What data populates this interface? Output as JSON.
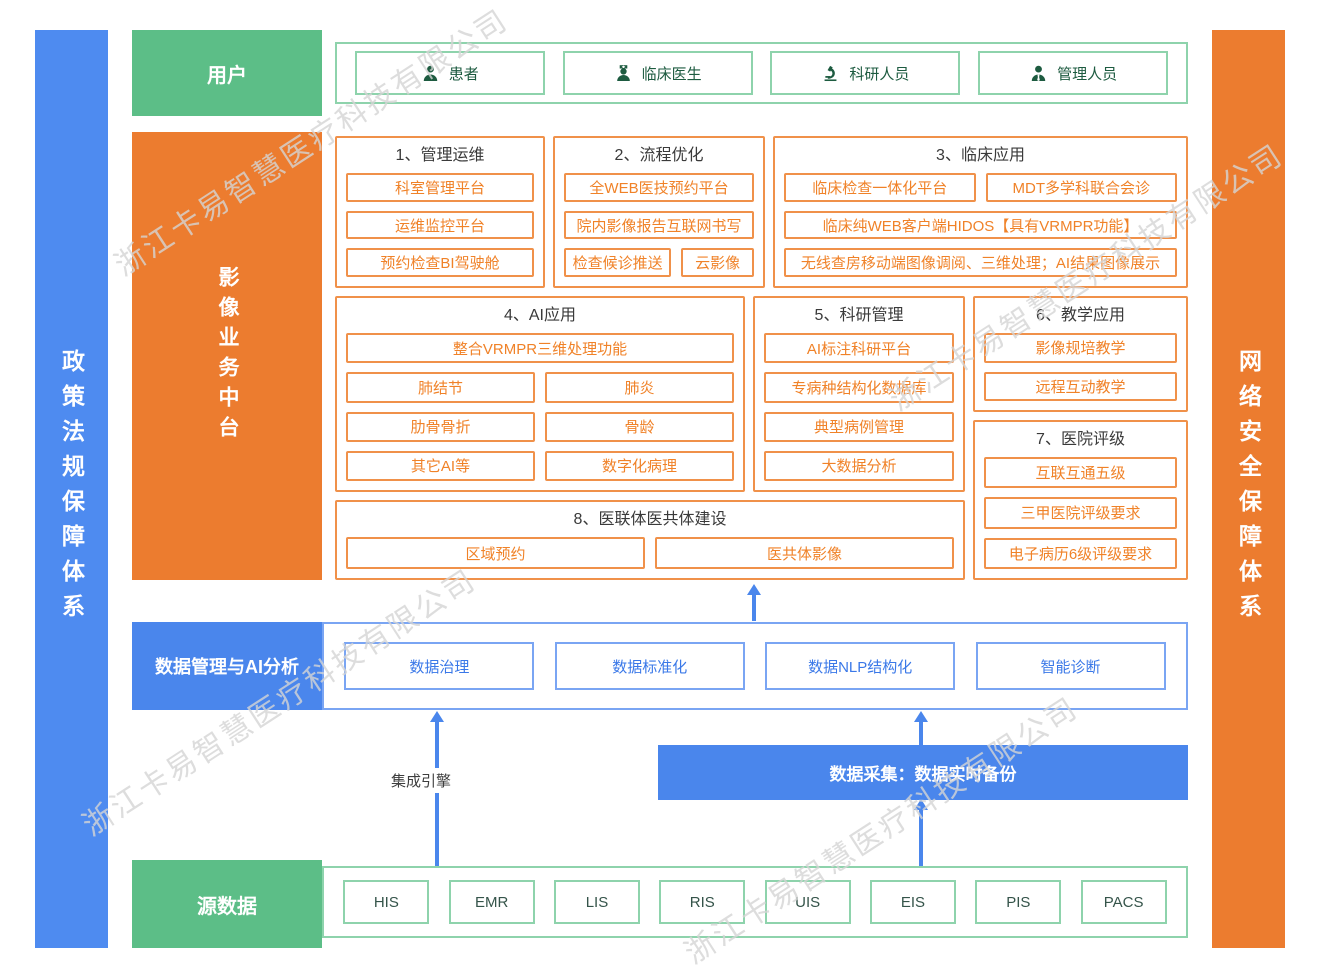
{
  "watermark": {
    "text": "浙江卡易智慧医疗科技有限公司"
  },
  "left_bar": {
    "label": "政策法规保障体系"
  },
  "right_bar": {
    "label": "网络安全保障体系"
  },
  "user_row": {
    "label": "用户",
    "items": [
      {
        "label": "患者",
        "icon": "patient-icon"
      },
      {
        "label": "临床医生",
        "icon": "doctor-icon"
      },
      {
        "label": "科研人员",
        "icon": "microscope-icon"
      },
      {
        "label": "管理人员",
        "icon": "manager-icon"
      }
    ]
  },
  "platform": {
    "label": "影像业务中台",
    "groups": [
      {
        "title": "1、管理运维",
        "items": [
          "科室管理平台",
          "运维监控平台",
          "预约检查BI驾驶舱"
        ]
      },
      {
        "title": "2、流程优化",
        "items": [
          "全WEB医技预约平台",
          "院内影像报告互联网书写",
          "检查候诊推送",
          "云影像"
        ]
      },
      {
        "title": "3、临床应用",
        "items": [
          "临床检查一体化平台",
          "MDT多学科联合会诊",
          "临床纯WEB客户端HIDOS【具有VRMPR功能】",
          "无线查房移动端图像调阅、三维处理；AI结果图像展示"
        ]
      },
      {
        "title": "4、AI应用",
        "items": [
          "整合VRMPR三维处理功能",
          "肺结节",
          "肺炎",
          "肋骨骨折",
          "骨龄",
          "其它AI等",
          "数字化病理"
        ]
      },
      {
        "title": "5、科研管理",
        "items": [
          "AI标注科研平台",
          "专病种结构化数据库",
          "典型病例管理",
          "大数据分析"
        ]
      },
      {
        "title": "6、教学应用",
        "items": [
          "影像规培教学",
          "远程互动教学"
        ]
      },
      {
        "title": "7、医院评级",
        "items": [
          "互联互通五级",
          "三甲医院评级要求",
          "电子病历6级评级要求"
        ]
      },
      {
        "title": "8、医联体医共体建设",
        "items": [
          "区域预约",
          "医共体影像"
        ]
      }
    ]
  },
  "data_mgmt": {
    "label": "数据管理与AI分析",
    "items": [
      "数据治理",
      "数据标准化",
      "数据NLP结构化",
      "智能诊断"
    ]
  },
  "integration": {
    "label": "集成引擎"
  },
  "collection": {
    "label": "数据采集：数据实时备份"
  },
  "source_row": {
    "label": "源数据",
    "items": [
      "HIS",
      "EMR",
      "LIS",
      "RIS",
      "UIS",
      "EIS",
      "PIS",
      "PACS"
    ]
  },
  "colors": {
    "green": "#5cbe87",
    "green_border": "#8ed3ac",
    "orange": "#ec7c2f",
    "orange_border": "#f0914a",
    "orange_text": "#f08228",
    "blue": "#4a86ec",
    "blue_border": "#7aa5f3",
    "watermark_gray": "#d5d5d5"
  }
}
